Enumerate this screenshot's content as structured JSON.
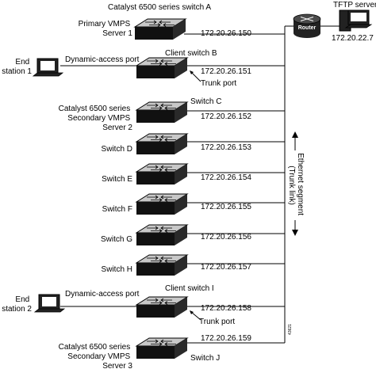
{
  "switches": [
    {
      "id": "a",
      "top_label": "Catalyst 6500 series switch A",
      "left_label": [
        "Primary VMPS",
        "Server 1"
      ],
      "ip": "172.20.26.150"
    },
    {
      "id": "b",
      "top_label": "Client switch B",
      "ip": "172.20.26.151",
      "trunk_label": "Trunk port"
    },
    {
      "id": "c",
      "top_label": "Switch C",
      "left_label": [
        "Catalyst 6500 series",
        "Secondary VMPS",
        "Server 2"
      ],
      "ip": "172.20.26.152"
    },
    {
      "id": "d",
      "left_label": [
        "Switch D"
      ],
      "ip": "172.20.26.153"
    },
    {
      "id": "e",
      "left_label": [
        "Switch E"
      ],
      "ip": "172.20.26.154"
    },
    {
      "id": "f",
      "left_label": [
        "Switch F"
      ],
      "ip": "172.20.26.155"
    },
    {
      "id": "g",
      "left_label": [
        "Switch G"
      ],
      "ip": "172.20.26.156"
    },
    {
      "id": "h",
      "left_label": [
        "Switch H"
      ],
      "ip": "172.20.26.157"
    },
    {
      "id": "i",
      "top_label": "Client switch I",
      "ip": "172.20.26.158",
      "trunk_label": "Trunk port"
    },
    {
      "id": "j",
      "right_label": "Switch J",
      "left_label": [
        "Catalyst 6500 series",
        "Secondary VMPS",
        "Server 3"
      ],
      "ip": "172.20.26.159"
    }
  ],
  "end_stations": [
    {
      "id": "1",
      "label": [
        "End",
        "station 1"
      ],
      "port_label": "Dynamic-access port"
    },
    {
      "id": "2",
      "label": [
        "End",
        "station 2"
      ],
      "port_label": "Dynamic-access port"
    }
  ],
  "router": {
    "label": "Router"
  },
  "tftp": {
    "label": "TFTP server",
    "ip": "172.20.22.7"
  },
  "segment": {
    "label": [
      "Ethernet segment",
      "(Trunk link)"
    ]
  },
  "figure_id": "43621"
}
